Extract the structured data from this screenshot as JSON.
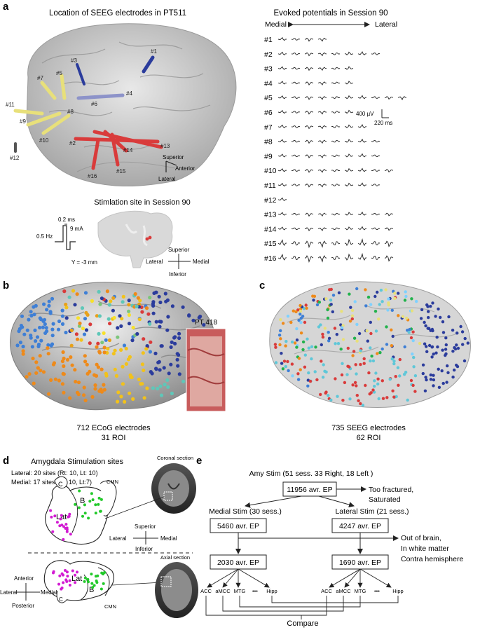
{
  "panels": {
    "a": {
      "letter": "a",
      "brain_title": "Location of SEEG electrodes in PT511",
      "ep_title": "Evoked potentials in Session 90",
      "medial": "Medial",
      "lateral": "Lateral",
      "brain_labels": [
        "#1",
        "#3",
        "#4",
        "#5",
        "#6",
        "#7",
        "#8",
        "#9",
        "#10",
        "#11",
        "#2",
        "#12",
        "#13",
        "#14",
        "#15",
        "#16"
      ],
      "orient_superior": "Superior",
      "orient_anterior": "Anterior",
      "orient_lateral": "Lateral",
      "stim_title": "Stimlation site in Session 90",
      "pulse_ms": "0.2 ms",
      "pulse_ma": "9 mA",
      "pulse_hz": "0.5 Hz",
      "y_coord": "Y = -3 mm",
      "coronal_superior": "Superior",
      "coronal_lateral": "Lateral",
      "coronal_medial": "Medial",
      "coronal_inferior": "Inferior",
      "scale_uv": "400 µV",
      "scale_ms": "220 ms",
      "rows": [
        {
          "label": "#1",
          "n": 4
        },
        {
          "label": "#2",
          "n": 8
        },
        {
          "label": "#3",
          "n": 6
        },
        {
          "label": "#4",
          "n": 6
        },
        {
          "label": "#5",
          "n": 10
        },
        {
          "label": "#6",
          "n": 6
        },
        {
          "label": "#7",
          "n": 7
        },
        {
          "label": "#8",
          "n": 8
        },
        {
          "label": "#9",
          "n": 8
        },
        {
          "label": "#10",
          "n": 9
        },
        {
          "label": "#11",
          "n": 8
        },
        {
          "label": "#12",
          "n": 1
        },
        {
          "label": "#13",
          "n": 9
        },
        {
          "label": "#14",
          "n": 9
        },
        {
          "label": "#15",
          "n": 9
        },
        {
          "label": "#16",
          "n": 9
        }
      ]
    },
    "b": {
      "letter": "b",
      "inset": "PT 418",
      "caption1": "712 ECoG electrodes",
      "caption2": "31 ROI"
    },
    "c": {
      "letter": "c",
      "caption1": "735 SEEG electrodes",
      "caption2": "62 ROI"
    },
    "d": {
      "letter": "d",
      "title": "Amygdala Stimulation sites",
      "lateral_line": "Lateral: 20 sites (Rt: 10, Lt: 10)",
      "medial_line": "Medial: 17 sites  (Rt: 10, Lt:7)",
      "coronal": "Coronal section",
      "axial": "Axial section",
      "nuc_c": "C",
      "nuc_b": "B",
      "nuc_lat": "Lat",
      "nuc_cmn": "CMN",
      "o1_superior": "Superior",
      "o1_lateral": "Lateral",
      "o1_medial": "Medial",
      "o1_inferior": "Inferior",
      "o2_anterior": "Anterior",
      "o2_lateral": "Lateral",
      "o2_medial": "Medial",
      "o2_posterior": "Posterior"
    },
    "e": {
      "letter": "e",
      "top": "Amy Stim (51 sess. 33 Right, 18 Left )",
      "box_total": "11956 avr. EP",
      "reject1": "Too fractured,",
      "reject1b": "Saturated",
      "medial_stim": "Medial Stim (30 sess.)",
      "lateral_stim": "Lateral Stim (21 sess.)",
      "box_med": "5460 avr. EP",
      "box_lat": "4247 avr. EP",
      "reject2a": "Out of brain,",
      "reject2b": "In white matter",
      "reject2c": "Contra hemisphere",
      "box_med2": "2030 avr. EP",
      "box_lat2": "1690 avr. EP",
      "rois": [
        "ACC",
        "aMCC",
        "MTG",
        "•••",
        "Hipp"
      ],
      "compare": "Compare"
    }
  },
  "colors": {
    "electrode_red": "#d93b3b",
    "electrode_yellow": "#e8e07a",
    "electrode_blue": "#2b3c9c",
    "magenta": "#d21bd2",
    "green": "#22c92a",
    "brain_gray": "#c9c9c9"
  }
}
